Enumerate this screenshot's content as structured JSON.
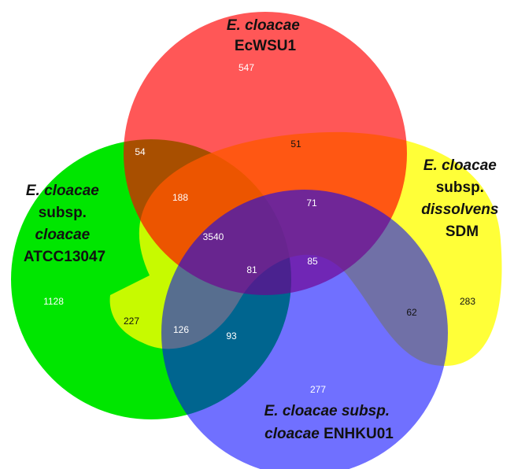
{
  "colors": {
    "ecwsu1": "#ff0000",
    "atcc13047": "#00e600",
    "sdm": "#ffff00",
    "enhku01": "#0000ff"
  },
  "sets": {
    "ecwsu1": {
      "species": "E. cloacae",
      "strain": "EcWSU1"
    },
    "atcc13047": {
      "species": "E. cloacae",
      "subsp_word": "subsp.",
      "subspecies": "cloacae",
      "strain": "ATCC13047"
    },
    "sdm": {
      "species": "E. cloacae",
      "subsp_word": "subsp.",
      "subspecies": "dissolvens",
      "strain": "SDM"
    },
    "enhku01": {
      "species_with_subsp": "E. cloacae subsp.",
      "subspecies": "cloacae",
      "strain": "ENHKU01"
    }
  },
  "counts": {
    "ecwsu1_only": "547",
    "atcc_only": "1128",
    "sdm_only": "283",
    "enhku01_only": "277",
    "ecwsu1_atcc": "54",
    "ecwsu1_sdm": "51",
    "ecwsu1_atcc_sdm": "188",
    "ecwsu1_sdm_enhku01": "71",
    "all_four": "3540",
    "ecwsu1_atcc_enhku01": "81",
    "ecwsu1_enhku01": "85",
    "sdm_enhku01": "62",
    "atcc_sdm": "227",
    "atcc_sdm_enhku01": "126",
    "atcc_enhku01": "93"
  }
}
